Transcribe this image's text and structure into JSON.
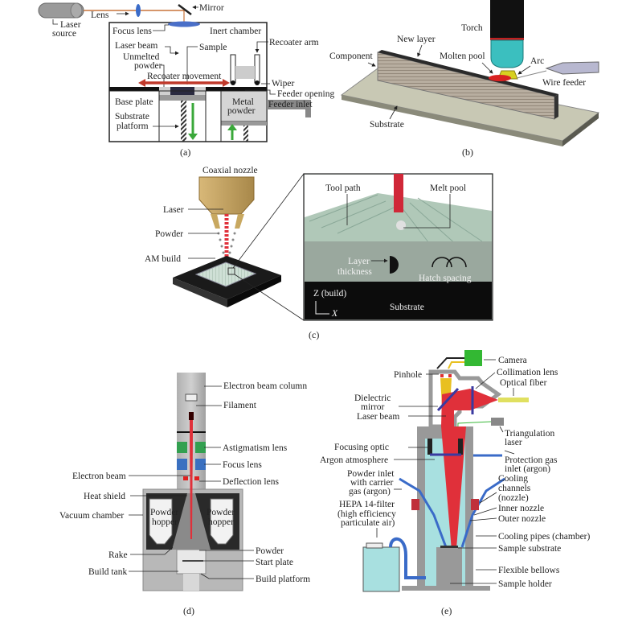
{
  "panels": {
    "a": {
      "caption": "(a)",
      "labels": {
        "laser_source_1": "Laser",
        "laser_source_2": "source",
        "lens": "Lens",
        "mirror": "Mirror",
        "focus_lens": "Focus lens",
        "inert_chamber": "Inert chamber",
        "laser_beam": "Laser beam",
        "sample": "Sample",
        "recoater_arm": "Recoater arm",
        "unmelted_1": "Unmelted",
        "unmelted_2": "powder",
        "recoater_movement": "Recoater movement",
        "wiper": "Wiper",
        "feeder_opening": "Feeder opening",
        "feeder_inlet": "Feeder inlet",
        "base_plate": "Base plate",
        "substrate_1": "Substrate",
        "substrate_2": "platform",
        "metal_powder_1": "Metal",
        "metal_powder_2": "powder"
      }
    },
    "b": {
      "caption": "(b)",
      "labels": {
        "torch": "Torch",
        "new_layer": "New layer",
        "component": "Component",
        "molten_pool": "Molten pool",
        "arc": "Arc",
        "wire_feeder": "Wire feeder",
        "substrate": "Substrate"
      }
    },
    "c": {
      "caption": "(c)",
      "labels": {
        "coaxial_nozzle": "Coaxial nozzle",
        "laser": "Laser",
        "powder": "Powder",
        "am_build": "AM build",
        "tool_path": "Tool path",
        "melt_pool": "Melt pool",
        "layer_1": "Layer",
        "layer_2": "thickness",
        "hatch_spacing": "Hatch spacing",
        "z_build": "Z (build)",
        "x_axis": "X",
        "substrate": "Substrate"
      }
    },
    "d": {
      "caption": "(d)",
      "labels": {
        "eb_column": "Electron beam column",
        "filament": "Filament",
        "astigmatism": "Astigmatism lens",
        "focus": "Focus lens",
        "deflection": "Deflection lens",
        "electron_beam": "Electron beam",
        "heat_shield": "Heat shield",
        "vacuum_chamber": "Vacuum chamber",
        "hopper_1": "Powder",
        "hopper_2": "hopper",
        "rake": "Rake",
        "build_tank": "Build tank",
        "powder": "Powder",
        "start_plate": "Start plate",
        "build_platform": "Build platform"
      }
    },
    "e": {
      "caption": "(e)",
      "labels": {
        "camera": "Camera",
        "pinhole": "Pinhole",
        "collimation": "Collimation lens",
        "optical_fiber": "Optical fiber",
        "dielectric_1": "Dielectric",
        "dielectric_2": "mirror",
        "laser_beam": "Laser beam",
        "triangulation_1": "Triangulation",
        "triangulation_2": "laser",
        "focusing_optic": "Focusing optic",
        "argon_atm": "Argon atmosphere",
        "protection_1": "Protection gas",
        "protection_2": "inlet (argon)",
        "powder_inlet_1": "Powder inlet",
        "powder_inlet_2": "with carrier",
        "powder_inlet_3": "gas (argon)",
        "cooling_ch_1": "Cooling",
        "cooling_ch_2": "channels",
        "cooling_ch_3": "(nozzle)",
        "hepa_1": "HEPA 14-filter",
        "hepa_2": "(high efficiency",
        "hepa_3": "particulate air)",
        "inner_nozzle": "Inner nozzle",
        "outer_nozzle": "Outer nozzle",
        "cooling_pipes": "Cooling pipes (chamber)",
        "sample_substrate": "Sample substrate",
        "flexible_bellows": "Flexible bellows",
        "sample_holder": "Sample holder"
      }
    }
  },
  "colors": {
    "laser_red": "#e0303a",
    "beam_orange": "#c8733a",
    "arrow_green": "#3aa83a",
    "arrow_red": "#c0392b",
    "lens_blue": "#3a6bc8",
    "teal": "#3bbfbf",
    "cyan_fill": "#a8e0e0",
    "gray": "#9a9a9a",
    "dark": "#1a1a1a",
    "yellow": "#e8c020",
    "green_box": "#33b833"
  }
}
